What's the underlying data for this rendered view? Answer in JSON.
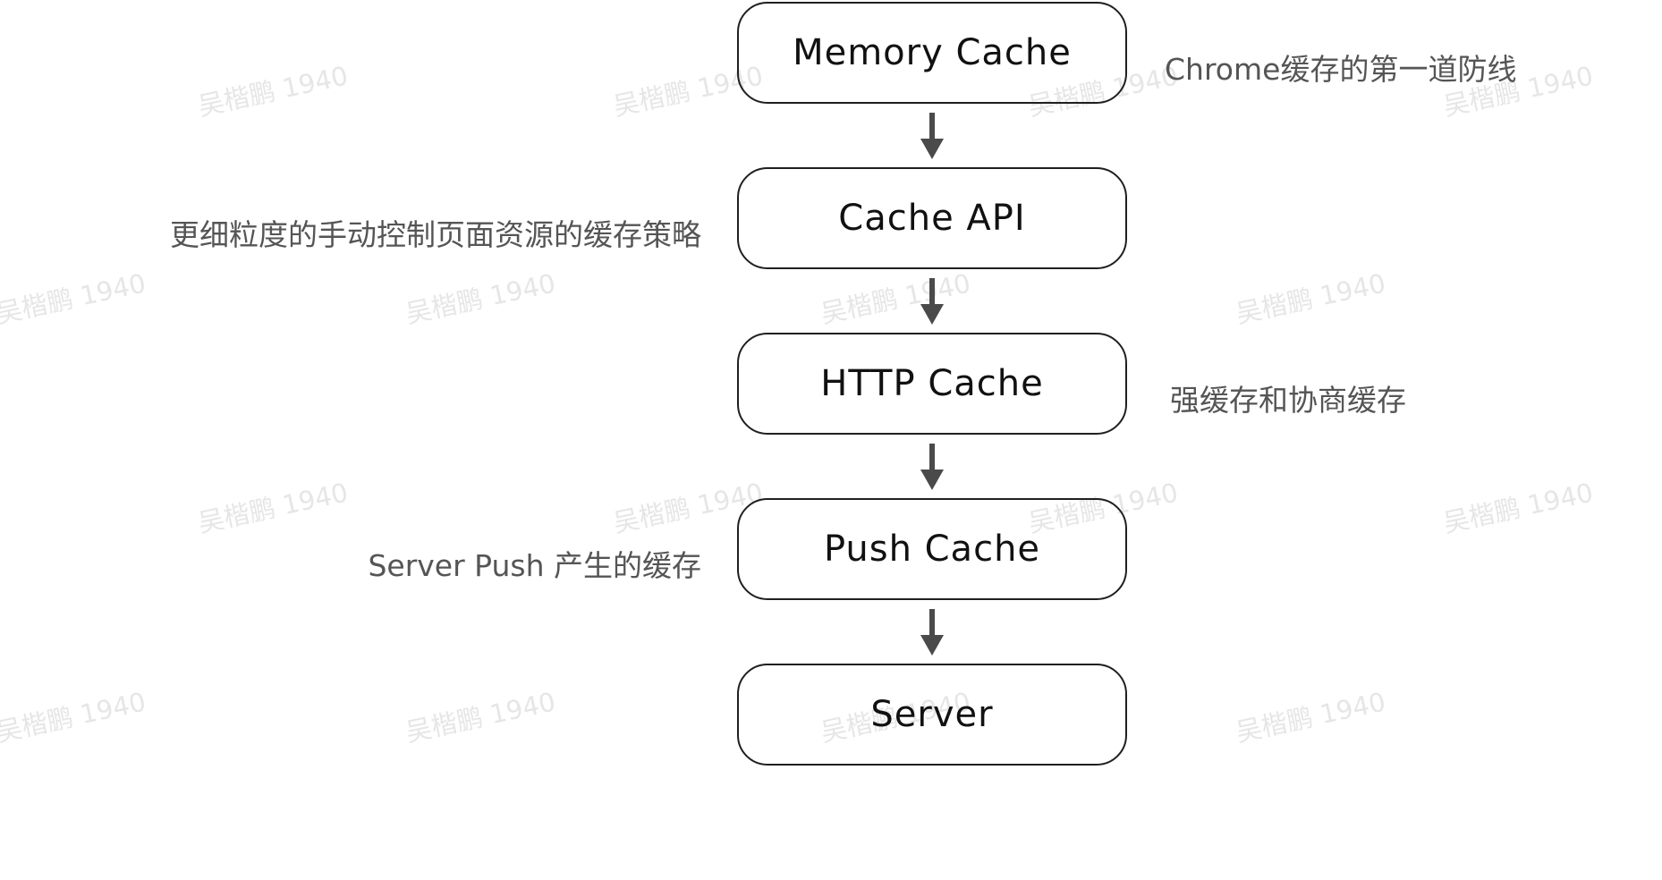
{
  "diagram": {
    "nodes": [
      {
        "id": "memory-cache",
        "label": "Memory Cache"
      },
      {
        "id": "cache-api",
        "label": "Cache API"
      },
      {
        "id": "http-cache",
        "label": "HTTP Cache"
      },
      {
        "id": "push-cache",
        "label": "Push Cache"
      },
      {
        "id": "server",
        "label": "Server"
      }
    ],
    "annotations": [
      {
        "for": "memory-cache",
        "side": "right",
        "text": "Chrome缓存的第一道防线"
      },
      {
        "for": "cache-api",
        "side": "left",
        "text": "更细粒度的手动控制页面资源的缓存策略"
      },
      {
        "for": "http-cache",
        "side": "right",
        "text": "强缓存和协商缓存"
      },
      {
        "for": "push-cache",
        "side": "left",
        "text": "Server Push 产生的缓存"
      }
    ],
    "edges": [
      {
        "from": "memory-cache",
        "to": "cache-api"
      },
      {
        "from": "cache-api",
        "to": "http-cache"
      },
      {
        "from": "http-cache",
        "to": "push-cache"
      },
      {
        "from": "push-cache",
        "to": "server"
      }
    ],
    "watermark_text": "吴楷鹏 1940",
    "colors": {
      "node_border": "#1f1f1f",
      "arrow": "#4a4a4a",
      "annotation_text": "#555555",
      "watermark": "#e6e6e6"
    }
  }
}
